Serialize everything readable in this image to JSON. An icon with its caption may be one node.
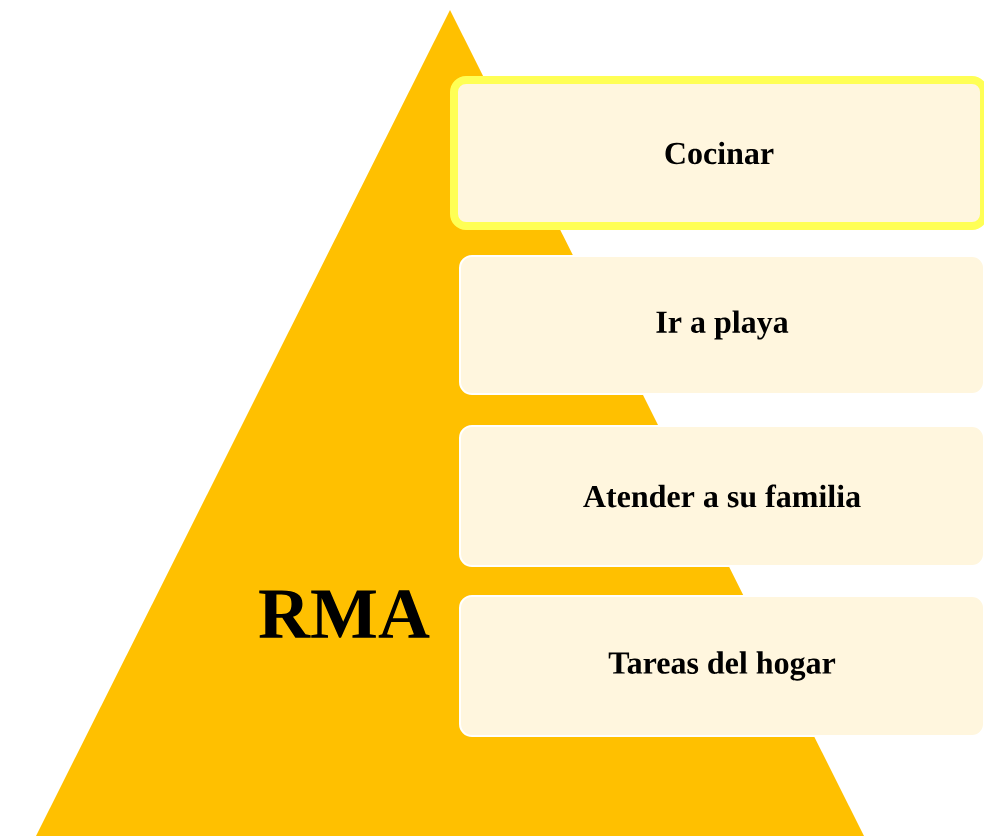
{
  "diagram": {
    "nodes": [
      {
        "text": [
          "RMA"
        ]
      },
      {
        "text": [
          "Cocinar"
        ]
      },
      {
        "text": [
          "Ir a playa"
        ]
      },
      {
        "text": [
          "Atender  a su familia"
        ]
      },
      {
        "text": [
          "Tareas del hogar"
        ]
      }
    ]
  }
}
